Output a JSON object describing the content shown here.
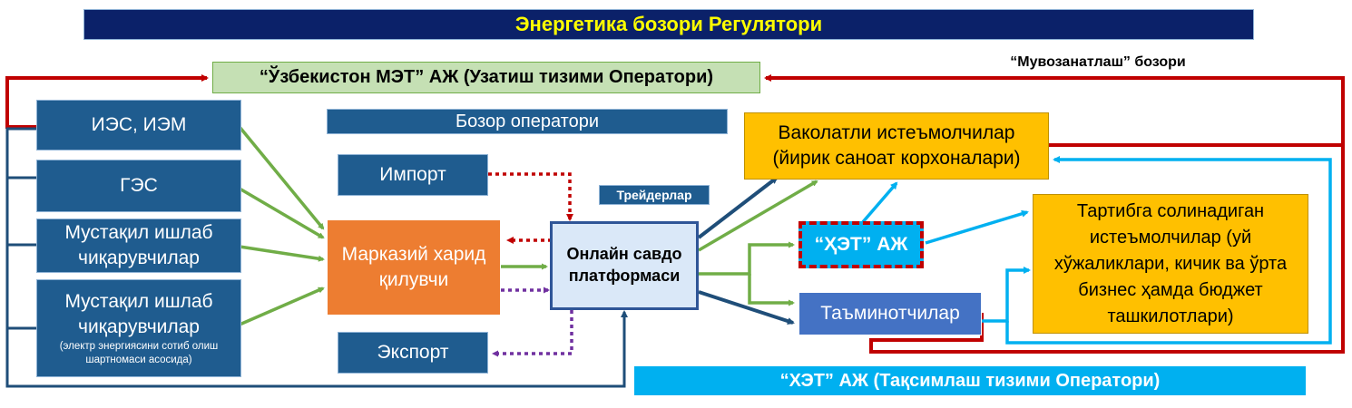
{
  "title": "Энергетика бозори Регулятори",
  "transmission_operator": "“Ўзбекистон МЭТ” АЖ (Узатиш тизими Оператори)",
  "balancing_market": "“Мувозанатлаш” бозори",
  "market_operator": "Бозор оператори",
  "generators": {
    "ies": "ИЭС, ИЭМ",
    "ges": "ГЭС",
    "ipp": "Мустақил ишлаб чиқарувчилар",
    "ipp_ppa": "Мустақил ишлаб чиқарувчилар",
    "ipp_ppa_note": "(электр энергиясини сотиб олиш шартномаси асосида)"
  },
  "import": "Импорт",
  "export": "Экспорт",
  "central_buyer": "Марказий харид қилувчи",
  "platform": "Онлайн савдо платформаси",
  "traders": "Трейдерлар",
  "eligible_consumers": "Ваколатли истеъмолчилар (йирик саноат корхоналари)",
  "regional_company": "“ҲЭТ” АЖ",
  "suppliers": "Таъминотчилар",
  "regulated_consumers": "Тартибга солинадиган истеъмолчилар (уй хўжаликлари, кичик ва ўрта бизнес ҳамда бюджет ташкилотлари)",
  "distribution_operator": "“ХЭТ” АЖ (Тақсимлаш тизими Оператори)",
  "colors": {
    "title_bg": "#0b2169",
    "title_text": "#ffff00",
    "dark_blue": "#1f5c8f",
    "orange": "#ed7d31",
    "light_blue": "#dae8f8",
    "gold": "#ffc000",
    "cyan": "#00b0f0",
    "green_box": "#c5e0b4",
    "red_line": "#c00000",
    "green_arrow": "#70ad47",
    "purple_arrow": "#7030a0",
    "suppliers_bg": "#4472c4"
  }
}
